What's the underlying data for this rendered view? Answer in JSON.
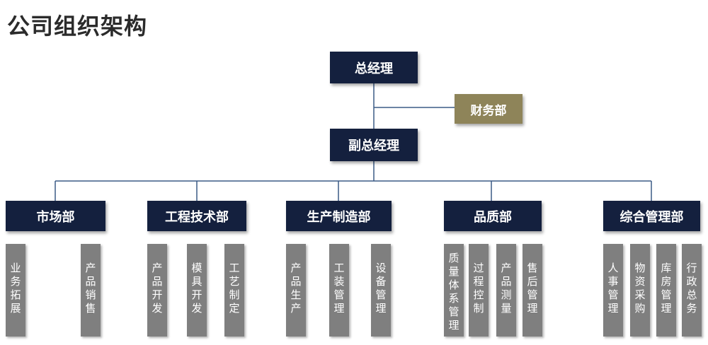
{
  "title": "公司组织架构",
  "colors": {
    "navy": "#14203e",
    "gold": "#8e8459",
    "gray": "#7f7f7f",
    "line": "#3b5b86"
  },
  "gm": "总经理",
  "finance": "财务部",
  "dgm": "副总经理",
  "departments": [
    {
      "name": "市场部",
      "subs": [
        "业务拓展",
        "产品销售"
      ]
    },
    {
      "name": "工程技术部",
      "subs": [
        "产品开发",
        "模具开发",
        "工艺制定"
      ]
    },
    {
      "name": "生产制造部",
      "subs": [
        "产品生产",
        "工装管理",
        "设备管理"
      ]
    },
    {
      "name": "品质部",
      "subs": [
        "质量体系管理",
        "过程控制",
        "产品测量",
        "售后管理"
      ]
    },
    {
      "name": "综合管理部",
      "subs": [
        "人事管理",
        "物资采购",
        "库房管理",
        "行政总务"
      ]
    }
  ]
}
